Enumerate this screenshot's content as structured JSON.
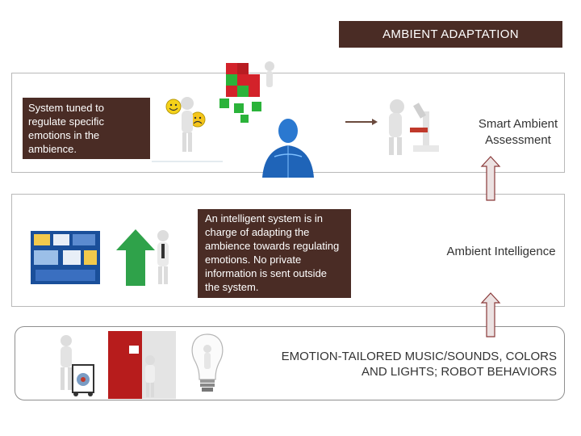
{
  "title": "AMBIENT ADAPTATION",
  "layers": {
    "assessment": {
      "box_text": "System tuned to regulate specific emotions in the ambience.",
      "label": "Smart Ambient Assessment"
    },
    "intelligence": {
      "box_text": "An intelligent system is in charge of adapting the ambience towards regulating emotions. No private information is sent outside the system.",
      "label": "Ambient Intelligence"
    },
    "actuation": {
      "label": "EMOTION-TAILORED MUSIC/SOUNDS, COLORS AND LIGHTS; ROBOT BEHAVIORS"
    }
  },
  "colors": {
    "brand_brown": "#4a2c25",
    "arrow_fill": "#e9dede",
    "arrow_stroke": "#7a3a3a"
  },
  "icons": [
    "figure-emoticons-icon",
    "figure-cubes-icon",
    "human-body-icon",
    "figure-microscope-icon",
    "media-screens-icon",
    "figure-green-arrow-icon",
    "figure-robot-icon",
    "figure-painting-icon",
    "figure-lightbulb-icon"
  ]
}
